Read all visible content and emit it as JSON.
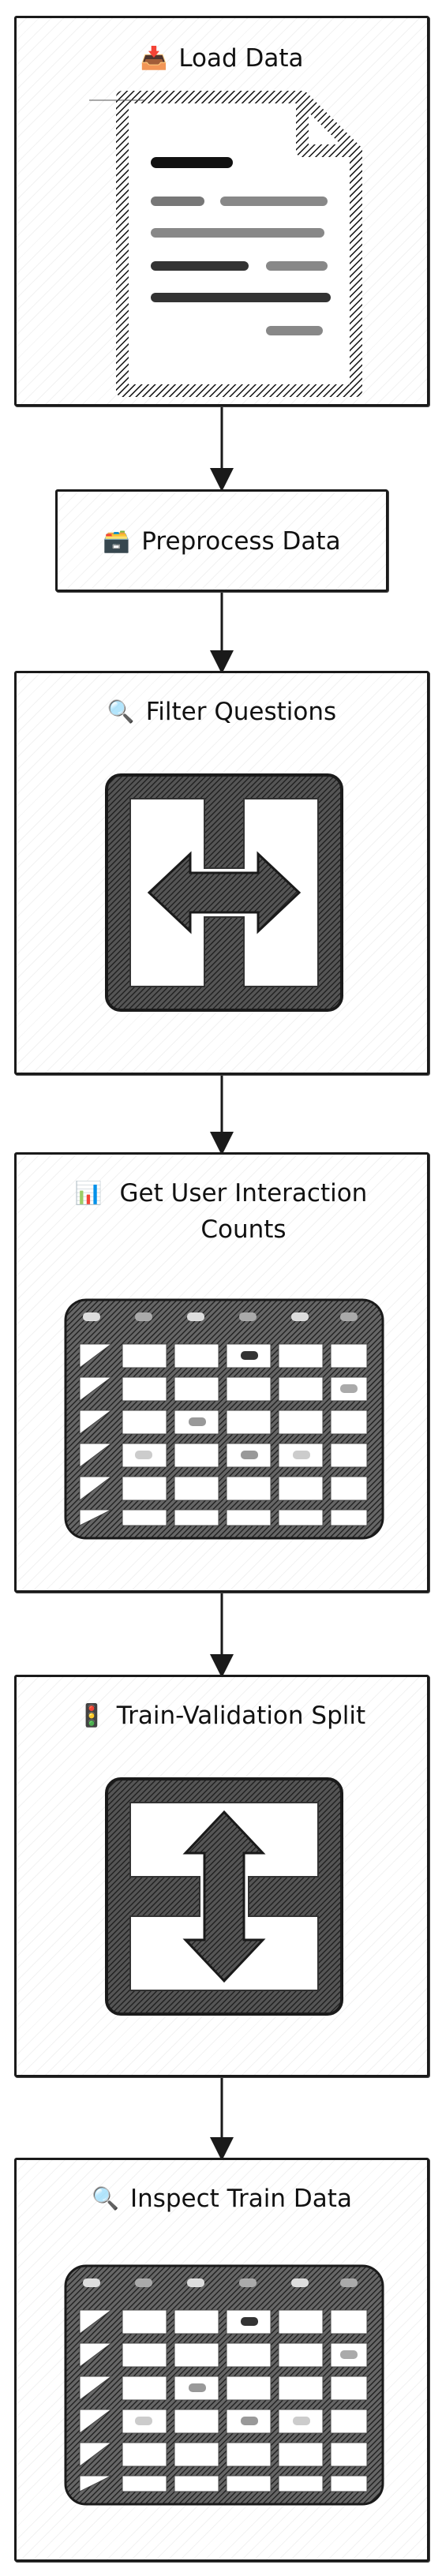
{
  "nodes": [
    {
      "id": "load",
      "emoji": "📥",
      "label": "Load Data"
    },
    {
      "id": "preprocess",
      "emoji": "🗃️",
      "label": "Preprocess Data"
    },
    {
      "id": "filter",
      "emoji": "🔍",
      "label": "Filter Questions"
    },
    {
      "id": "interaction",
      "emoji": "📊",
      "label": "Get User Interaction Counts"
    },
    {
      "id": "split",
      "emoji": "🚦",
      "label": "Train-Validation Split"
    },
    {
      "id": "inspect",
      "emoji": "🔍",
      "label": "Inspect Train Data"
    }
  ],
  "colors": {
    "stroke": "#1a1a1a",
    "fill": "#ffffff"
  }
}
